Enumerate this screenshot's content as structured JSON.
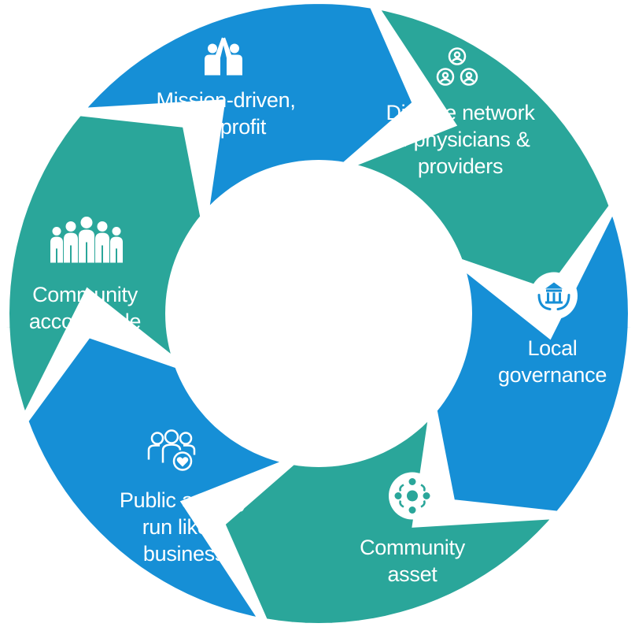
{
  "colors": {
    "blue": "#168fd6",
    "teal": "#2aa69a",
    "gap": "#ffffff"
  },
  "segments": [
    {
      "id": "mission",
      "color": "blue",
      "icon": "high-five-icon",
      "lines": [
        "Mission-driven,",
        "not profit"
      ]
    },
    {
      "id": "network",
      "color": "teal",
      "icon": "people-network-icon",
      "lines": [
        "Diverse network",
        "of physicians &",
        "providers"
      ]
    },
    {
      "id": "governance",
      "color": "blue",
      "icon": "hands-building-icon",
      "lines": [
        "Local",
        "governance"
      ]
    },
    {
      "id": "asset",
      "color": "teal",
      "icon": "community-circle-icon",
      "lines": [
        "Community",
        "asset"
      ]
    },
    {
      "id": "agency",
      "color": "blue",
      "icon": "group-heart-icon",
      "lines": [
        "Public agency",
        "run like a",
        "business"
      ]
    },
    {
      "id": "accountable",
      "color": "teal",
      "icon": "crowd-icon",
      "lines": [
        "Community",
        "accountable"
      ]
    }
  ]
}
